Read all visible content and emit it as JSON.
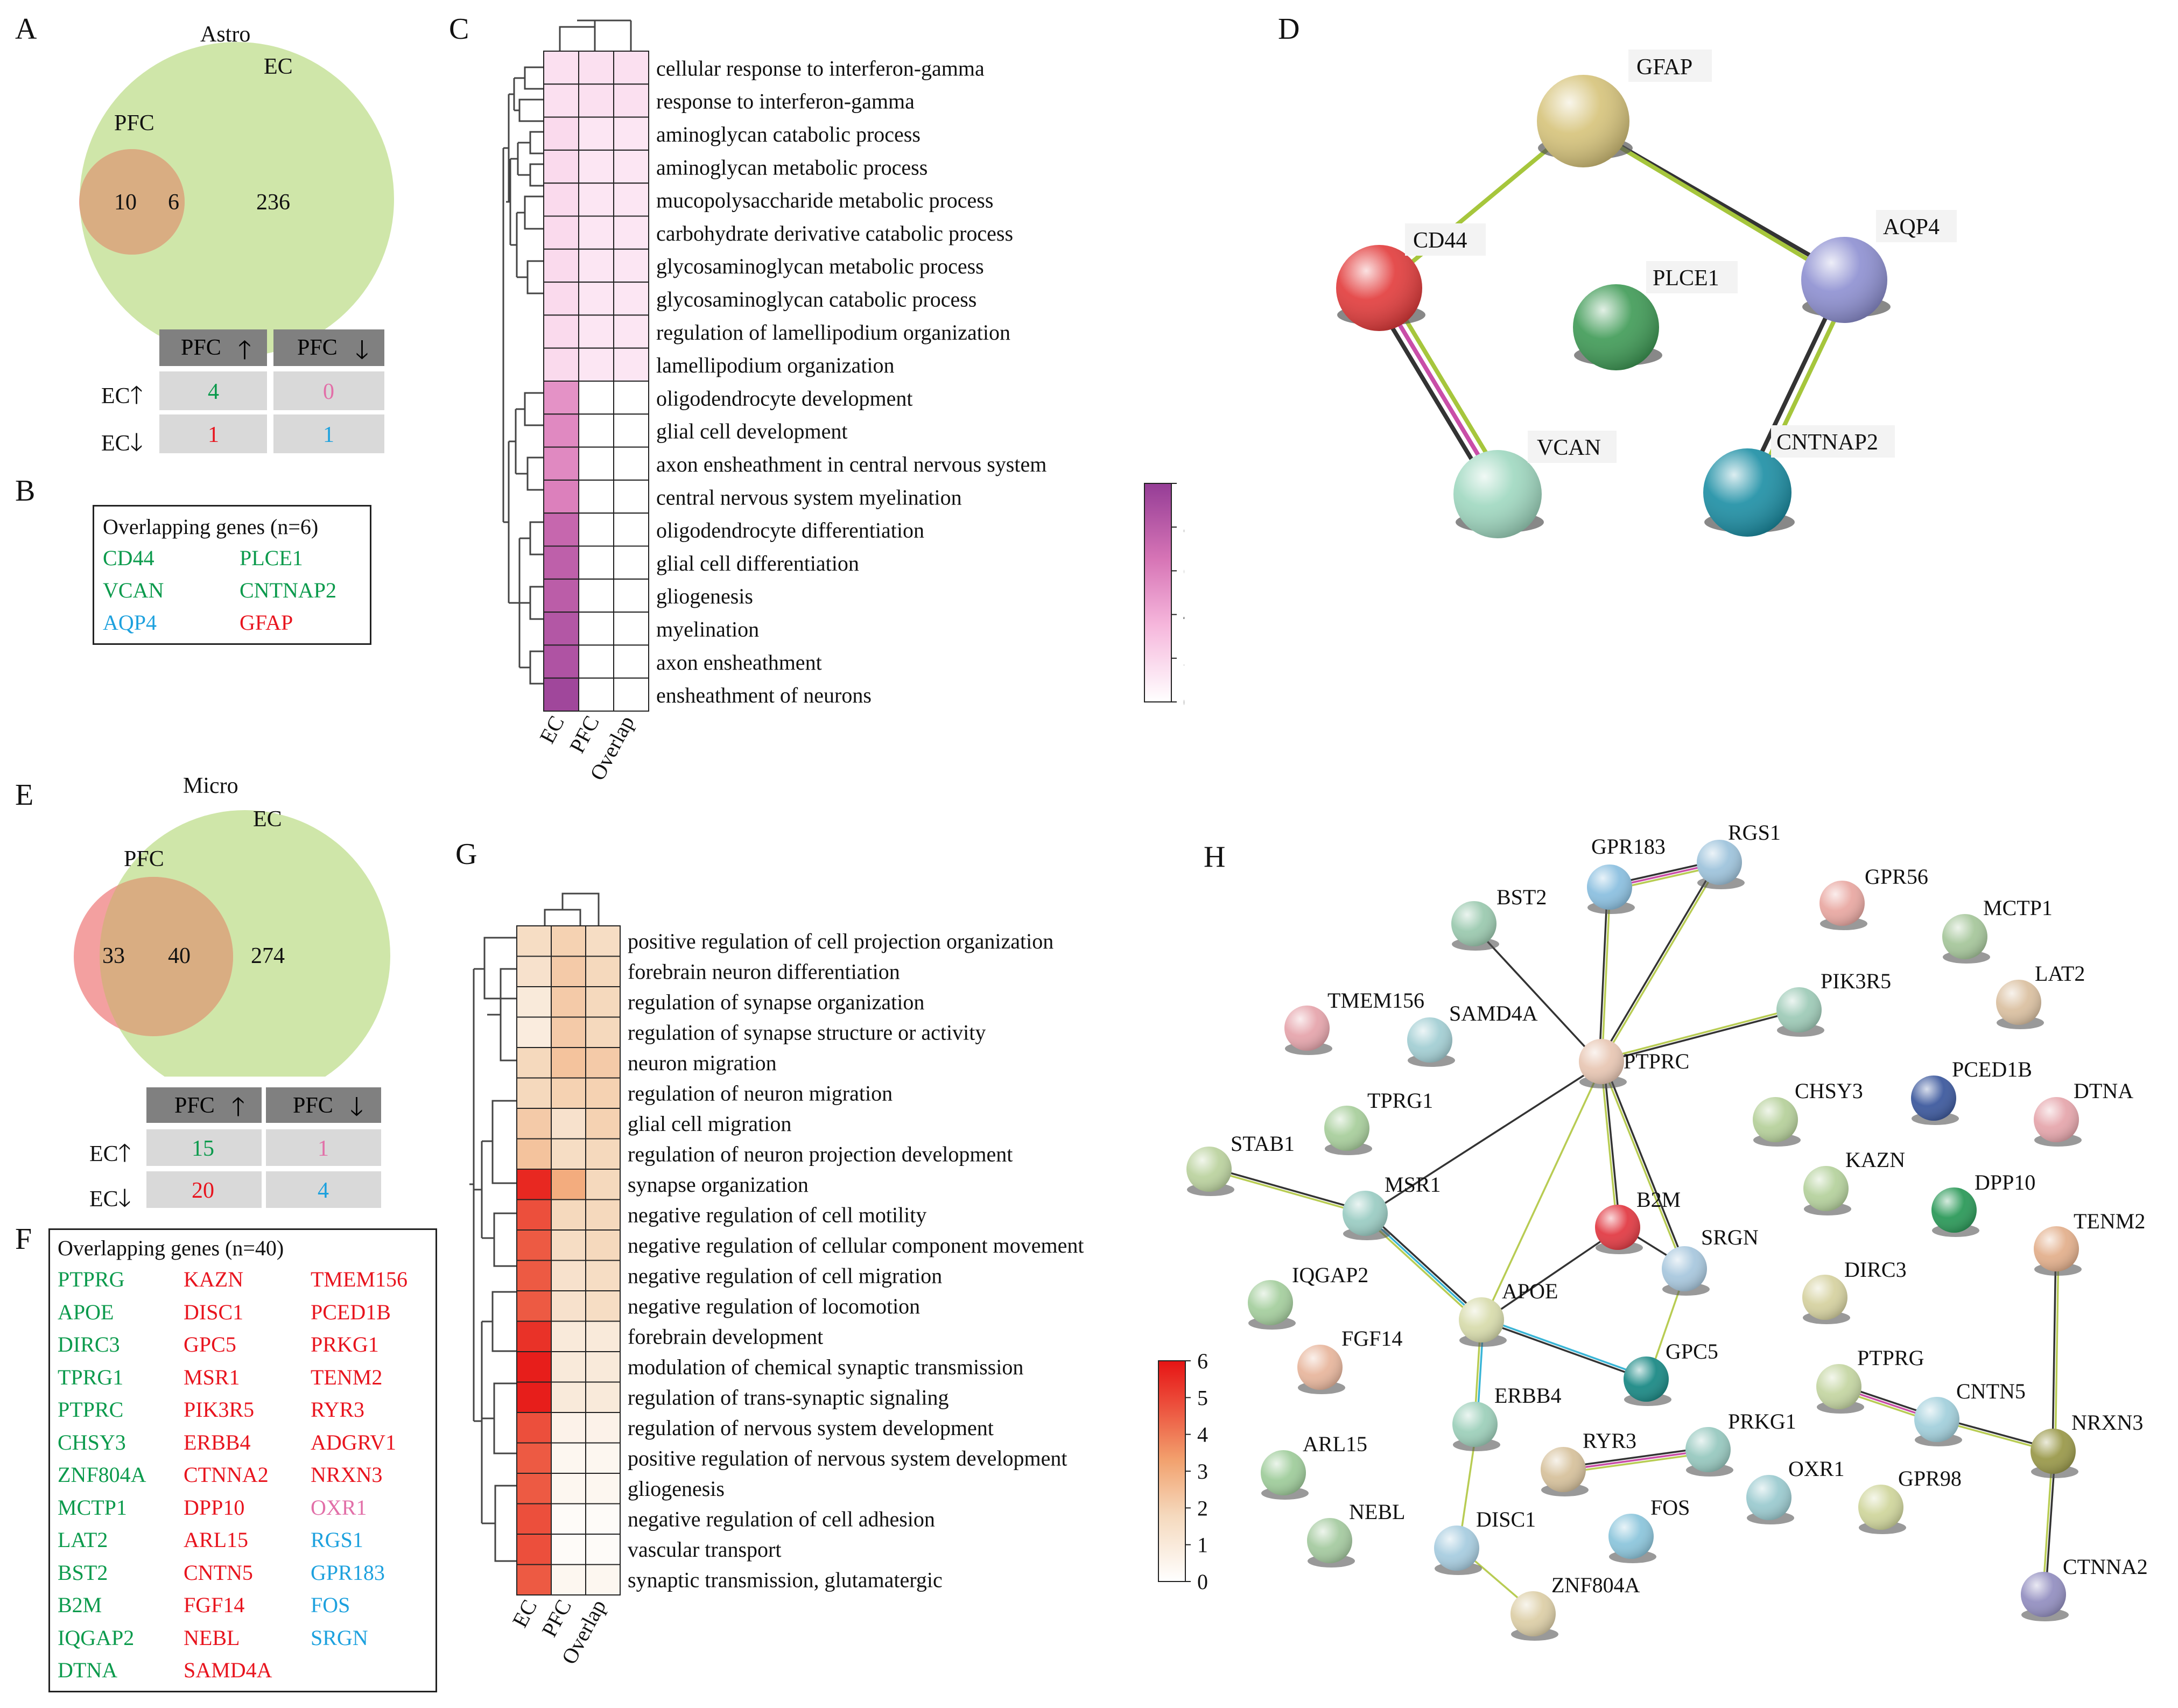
{
  "colors": {
    "green": "#0b9a4c",
    "red": "#e8141e",
    "pink": "#e26fa8",
    "blue": "#1da1de",
    "venn_pfc": "#f3a0a0",
    "venn_ec": "#cfe6a9",
    "venn_overlap": "#d9ad82",
    "grey_cell": "#d9d9d9",
    "grey_header": "#808080"
  },
  "panels": {
    "A": {
      "letter": "A",
      "cell_type": "Astro",
      "ec_label": "EC",
      "pfc_label": "PFC",
      "pfc_only": "10",
      "overlap": "6",
      "ec_only": "236",
      "table": {
        "col1": "PFC",
        "col2": "PFC",
        "row1": "EC",
        "row2": "EC",
        "values": [
          [
            "4",
            "0"
          ],
          [
            "1",
            "1"
          ]
        ]
      }
    },
    "B": {
      "letter": "B",
      "title": "Overlapping genes (n=6)",
      "genes": [
        {
          "name": "CD44",
          "c": "green"
        },
        {
          "name": "PLCE1",
          "c": "green"
        },
        {
          "name": "VCAN",
          "c": "green"
        },
        {
          "name": "CNTNAP2",
          "c": "green"
        },
        {
          "name": "AQP4",
          "c": "blue"
        },
        {
          "name": "GFAP",
          "c": "red"
        }
      ]
    },
    "C": {
      "letter": "C",
      "columns": [
        "EC",
        "PFC",
        "Overlap"
      ],
      "terms": [
        "cellular response to interferon-gamma",
        "response to interferon-gamma",
        "aminoglycan catabolic process",
        "aminoglycan metabolic process",
        "mucopolysaccharide metabolic process",
        "carbohydrate derivative catabolic process",
        "glycosaminoglycan metabolic process",
        "glycosaminoglycan catabolic process",
        "regulation of lamellipodium organization",
        "lamellipodium organization",
        "oligodendrocyte development",
        "glial cell development",
        "axon ensheathment in central nervous system",
        "central nervous system myelination",
        "oligodendrocyte differentiation",
        "glial cell differentiation",
        "gliogenesis",
        "myelination",
        "axon ensheathment",
        "ensheathment of neurons"
      ],
      "values": [
        [
          1.5,
          1.5,
          1.5
        ],
        [
          1.5,
          1.5,
          1.5
        ],
        [
          1.8,
          1.2,
          1.2
        ],
        [
          1.8,
          1.2,
          1.2
        ],
        [
          1.8,
          1.2,
          1.2
        ],
        [
          1.8,
          1.2,
          1.2
        ],
        [
          1.8,
          1.2,
          1.2
        ],
        [
          1.8,
          1.2,
          1.2
        ],
        [
          1.8,
          1.2,
          1.2
        ],
        [
          1.8,
          1.2,
          1.2
        ],
        [
          5.2,
          0,
          0
        ],
        [
          5.6,
          0,
          0
        ],
        [
          5.6,
          0,
          0
        ],
        [
          6.0,
          0,
          0
        ],
        [
          7.4,
          0,
          0
        ],
        [
          7.8,
          0,
          0
        ],
        [
          8.0,
          0,
          0
        ],
        [
          8.4,
          0,
          0
        ],
        [
          8.6,
          0,
          0
        ],
        [
          9.4,
          0,
          0
        ]
      ],
      "scale": {
        "min": 0,
        "max": 10,
        "ticks": [
          "0",
          "2",
          "4",
          "6",
          "8",
          "10"
        ]
      }
    },
    "D": {
      "letter": "D",
      "nodes": [
        {
          "id": "GFAP",
          "color": "#d6c37a"
        },
        {
          "id": "CD44",
          "color": "#e23a3a"
        },
        {
          "id": "AQP4",
          "color": "#8d8fd1"
        },
        {
          "id": "PLCE1",
          "color": "#3e9a55"
        },
        {
          "id": "VCAN",
          "color": "#9fd8c0"
        },
        {
          "id": "CNTNAP2",
          "color": "#1b8ea4"
        }
      ]
    },
    "E": {
      "letter": "E",
      "cell_type": "Micro",
      "ec_label": "EC",
      "pfc_label": "PFC",
      "pfc_only": "33",
      "overlap": "40",
      "ec_only": "274",
      "table": {
        "col1": "PFC",
        "col2": "PFC",
        "row1": "EC",
        "row2": "EC",
        "values": [
          [
            "15",
            "1"
          ],
          [
            "20",
            "4"
          ]
        ]
      }
    },
    "F": {
      "letter": "F",
      "title": "Overlapping genes (n=40)",
      "columns": [
        [
          {
            "name": "PTPRG",
            "c": "green"
          },
          {
            "name": "APOE",
            "c": "green"
          },
          {
            "name": "DIRC3",
            "c": "green"
          },
          {
            "name": "TPRG1",
            "c": "green"
          },
          {
            "name": "PTPRC",
            "c": "green"
          },
          {
            "name": "CHSY3",
            "c": "green"
          },
          {
            "name": "ZNF804A",
            "c": "green"
          },
          {
            "name": "MCTP1",
            "c": "green"
          },
          {
            "name": "LAT2",
            "c": "green"
          },
          {
            "name": "BST2",
            "c": "green"
          },
          {
            "name": "B2M",
            "c": "green"
          },
          {
            "name": "IQGAP2",
            "c": "green"
          },
          {
            "name": "DTNA",
            "c": "green"
          }
        ],
        [
          {
            "name": "KAZN",
            "c": "red"
          },
          {
            "name": "DISC1",
            "c": "red"
          },
          {
            "name": "GPC5",
            "c": "red"
          },
          {
            "name": "MSR1",
            "c": "red"
          },
          {
            "name": "PIK3R5",
            "c": "red"
          },
          {
            "name": "ERBB4",
            "c": "red"
          },
          {
            "name": "CTNNA2",
            "c": "red"
          },
          {
            "name": "DPP10",
            "c": "red"
          },
          {
            "name": "ARL15",
            "c": "red"
          },
          {
            "name": "CNTN5",
            "c": "red"
          },
          {
            "name": "FGF14",
            "c": "red"
          },
          {
            "name": "NEBL",
            "c": "red"
          },
          {
            "name": "SAMD4A",
            "c": "red"
          }
        ],
        [
          {
            "name": "TMEM156",
            "c": "red"
          },
          {
            "name": "PCED1B",
            "c": "red"
          },
          {
            "name": "PRKG1",
            "c": "red"
          },
          {
            "name": "TENM2",
            "c": "red"
          },
          {
            "name": "RYR3",
            "c": "red"
          },
          {
            "name": "ADGRV1",
            "c": "red"
          },
          {
            "name": "NRXN3",
            "c": "red"
          },
          {
            "name": "OXR1",
            "c": "pink"
          },
          {
            "name": "RGS1",
            "c": "blue"
          },
          {
            "name": "GPR183",
            "c": "blue"
          },
          {
            "name": "FOS",
            "c": "blue"
          },
          {
            "name": "SRGN",
            "c": "blue"
          }
        ]
      ]
    },
    "G": {
      "letter": "G",
      "columns": [
        "EC",
        "PFC",
        "Overlap"
      ],
      "terms": [
        "positive regulation of cell projection organization",
        "forebrain neuron differentiation",
        "regulation of synapse organization",
        "regulation of synapse structure or activity",
        "neuron migration",
        "regulation of neuron migration",
        "glial cell migration",
        "regulation of neuron projection development",
        "synapse organization",
        "negative regulation of cell motility",
        "negative regulation of cellular component movement",
        "negative regulation of cell migration",
        "negative regulation of locomotion",
        "forebrain development",
        "modulation of chemical synaptic transmission",
        "regulation of trans-synaptic signaling",
        "regulation of nervous system development",
        "positive regulation of nervous system development",
        "gliogenesis",
        "negative regulation of cell adhesion",
        "vascular transport",
        "synaptic transmission, glutamatergic"
      ],
      "values": [
        [
          1.6,
          2.0,
          1.6
        ],
        [
          1.4,
          2.2,
          1.8
        ],
        [
          1.0,
          2.2,
          1.8
        ],
        [
          0.9,
          2.2,
          1.8
        ],
        [
          1.8,
          2.4,
          2.2
        ],
        [
          1.8,
          2.0,
          2.0
        ],
        [
          2.2,
          1.4,
          2.0
        ],
        [
          2.4,
          1.6,
          1.8
        ],
        [
          5.6,
          3.0,
          1.8
        ],
        [
          4.8,
          1.8,
          1.8
        ],
        [
          4.6,
          1.6,
          1.8
        ],
        [
          4.6,
          1.4,
          1.6
        ],
        [
          4.6,
          1.4,
          1.6
        ],
        [
          5.4,
          1.0,
          1.0
        ],
        [
          5.8,
          1.0,
          1.0
        ],
        [
          5.8,
          1.0,
          1.0
        ],
        [
          4.8,
          0.6,
          0.6
        ],
        [
          4.6,
          0.4,
          0.4
        ],
        [
          4.6,
          0.4,
          0.4
        ],
        [
          4.8,
          0.2,
          0.2
        ],
        [
          4.8,
          0.2,
          0.2
        ],
        [
          4.6,
          0.4,
          0.4
        ]
      ],
      "scale": {
        "min": 0,
        "max": 6,
        "ticks": [
          "0",
          "1",
          "2",
          "3",
          "4",
          "5",
          "6"
        ]
      }
    },
    "H": {
      "letter": "H"
    }
  }
}
